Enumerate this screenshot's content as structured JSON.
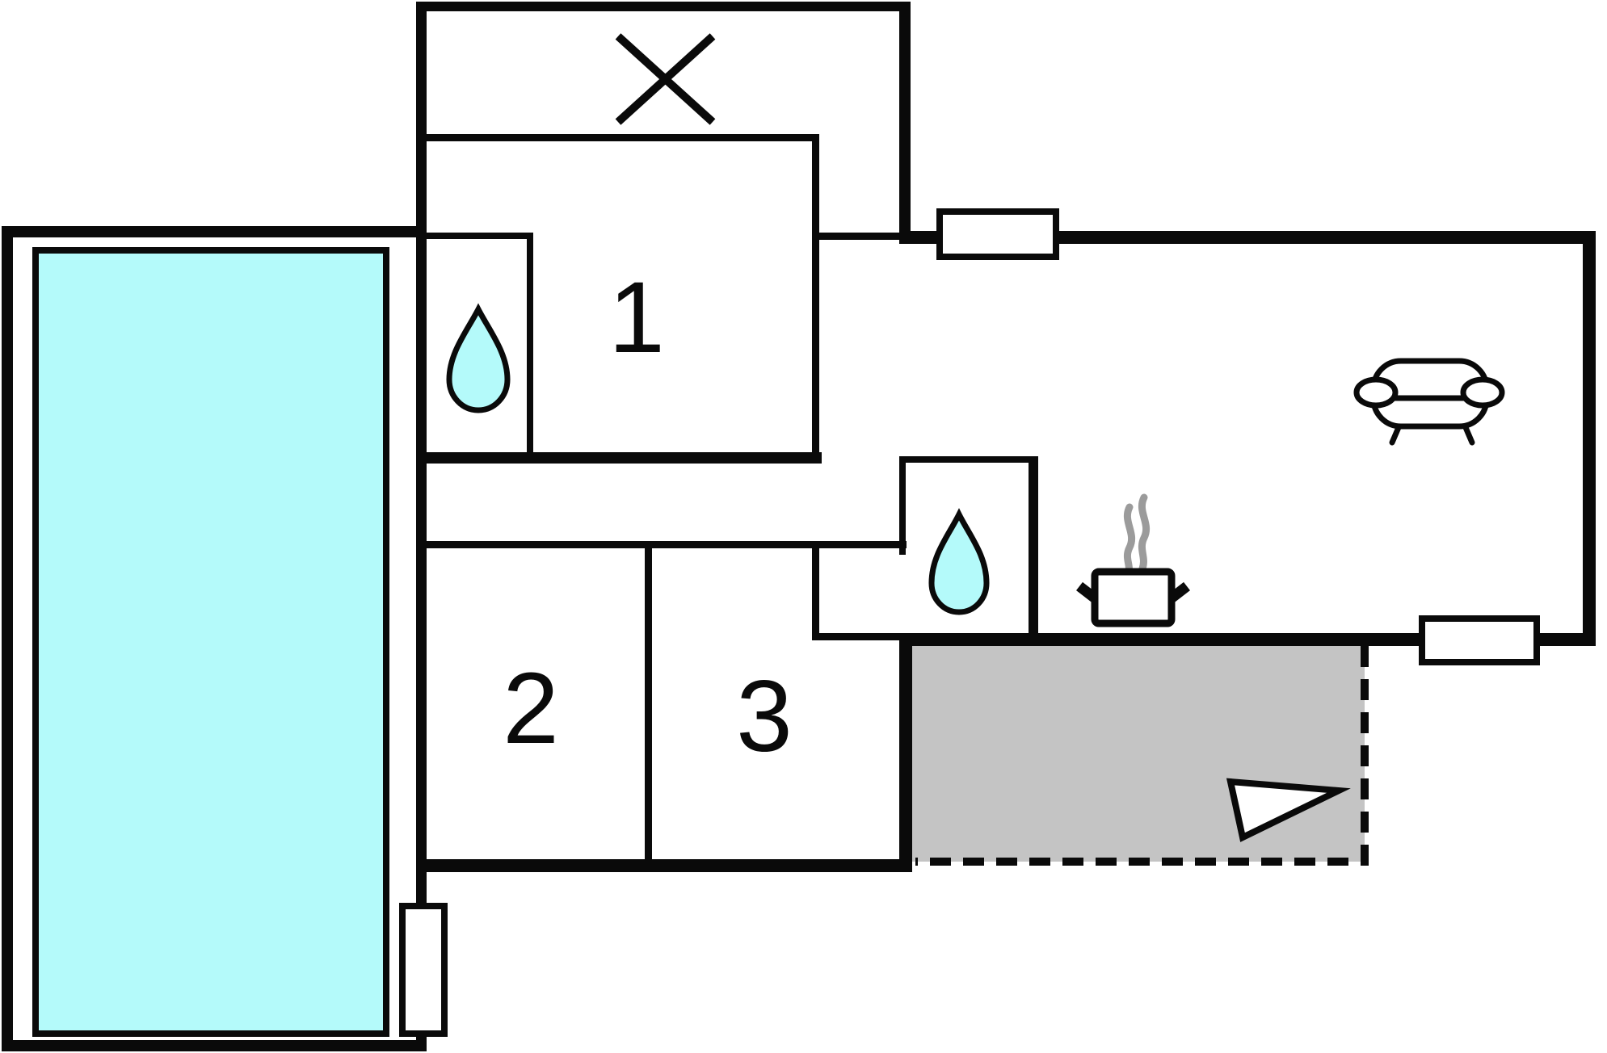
{
  "title": "apartment-floor-plan",
  "rooms": [
    {
      "id": "room-1",
      "label": "1"
    },
    {
      "id": "room-2",
      "label": "2"
    },
    {
      "id": "room-3",
      "label": "3"
    }
  ],
  "colors": {
    "wall": "#0a0a0a",
    "pool": "#b4fafa",
    "drop": "#b4fafa",
    "terrace": "#c4c4c4",
    "steam": "#9b9b9b",
    "window": "#ffffff"
  },
  "icons": {
    "x_marker": "x-marker-icon",
    "water_drop": "water-drop-icon",
    "stove_pot": "stove-pot-icon",
    "steam": "steam-icon",
    "sofa": "sofa-icon",
    "entrance_arrow": "entrance-arrow-icon",
    "window": "window-marker"
  }
}
